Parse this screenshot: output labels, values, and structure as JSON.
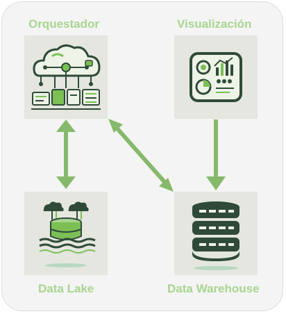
{
  "nodes": {
    "orquestador": {
      "label": "Orquestador",
      "icon": "cloud-circuit-icon"
    },
    "visualizacion": {
      "label": "Visualización",
      "icon": "dashboard-icon"
    },
    "data_lake": {
      "label": "Data Lake",
      "icon": "data-lake-icon"
    },
    "data_warehouse": {
      "label": "Data Warehouse",
      "icon": "server-stack-icon"
    }
  },
  "edges": [
    {
      "from": "Orquestador",
      "to": "Data Lake",
      "direction": "bidirectional"
    },
    {
      "from": "Orquestador",
      "to": "Data Warehouse",
      "direction": "bidirectional"
    },
    {
      "from": "Visualización",
      "to": "Data Warehouse",
      "direction": "one-way"
    }
  ],
  "colors": {
    "label": "#a8d58f",
    "arrow": "#86b96b",
    "icon_dark": "#2f4a39",
    "icon_accent": "#7cbf55",
    "tile_bg": "#e4e6df",
    "panel_bg": "#f4f4f4"
  }
}
